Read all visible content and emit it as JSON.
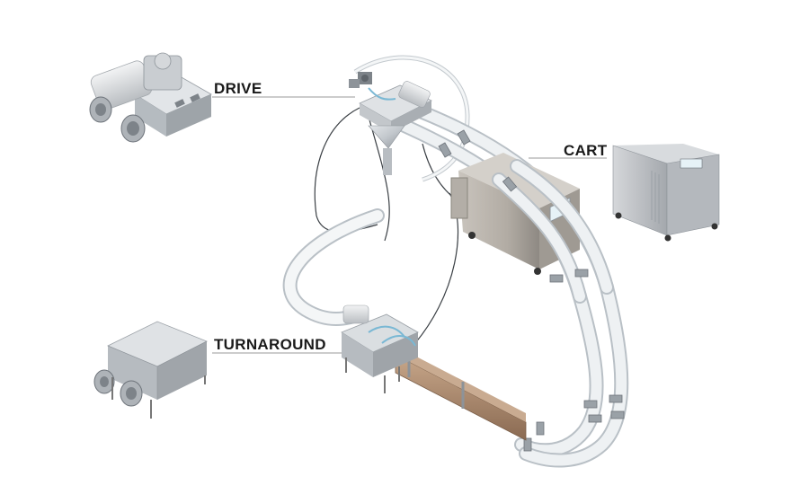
{
  "callouts": {
    "drive": "DRIVE",
    "cart": "CART",
    "turnaround": "TURNAROUND"
  },
  "colors": {
    "tube": "#e9edf0",
    "tube_outline": "#b9c0c6",
    "steel": "#c9cdd1",
    "steel_dark": "#8d9399",
    "cart_body": "#b7b1a9",
    "motor": "#d9dcdf",
    "trough": "#a5856a",
    "screen": "#e6f2f7",
    "leader": "#9a9a9a"
  }
}
